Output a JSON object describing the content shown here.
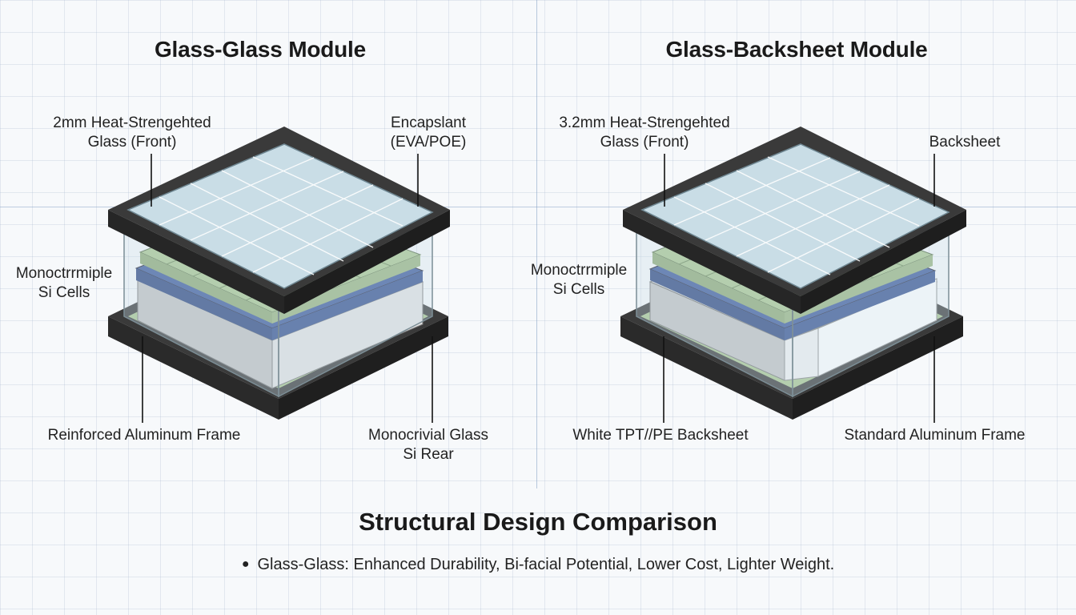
{
  "left_module": {
    "title": "Glass-Glass Module",
    "labels": {
      "front_glass": "2mm Heat-Strengehted\nGlass (Front)",
      "encapsulant": "Encapslant\n(EVA/POE)",
      "cells": "Monoctrrmiple\nSi Cells",
      "frame": "Reinforced Aluminum Frame",
      "rear": "Monocrivial Glass\nSi Rear"
    }
  },
  "right_module": {
    "title": "Glass-Backsheet Module",
    "labels": {
      "front_glass": "3.2mm Heat-Strengehted\nGlass (Front)",
      "backsheet_top": "Backsheet",
      "cells": "Monoctrrmiple\nSi Cells",
      "backsheet": "White TPT//PE Backsheet",
      "frame": "Standard Aluminum Frame"
    }
  },
  "comparison": {
    "title": "Structural Design Comparison",
    "bullet": "Glass-Glass: Enhanced Durability, Bi-facial Potential, Lower Cost, Lighter Weight."
  },
  "colors": {
    "frame": "#3a3a3a",
    "glass": "#c9dde6",
    "cell_green": "#a9c690",
    "cell_blue": "#3d5a9c",
    "encapsulant_gray": "#c8c8c8",
    "backsheet_white": "#ffffff"
  }
}
